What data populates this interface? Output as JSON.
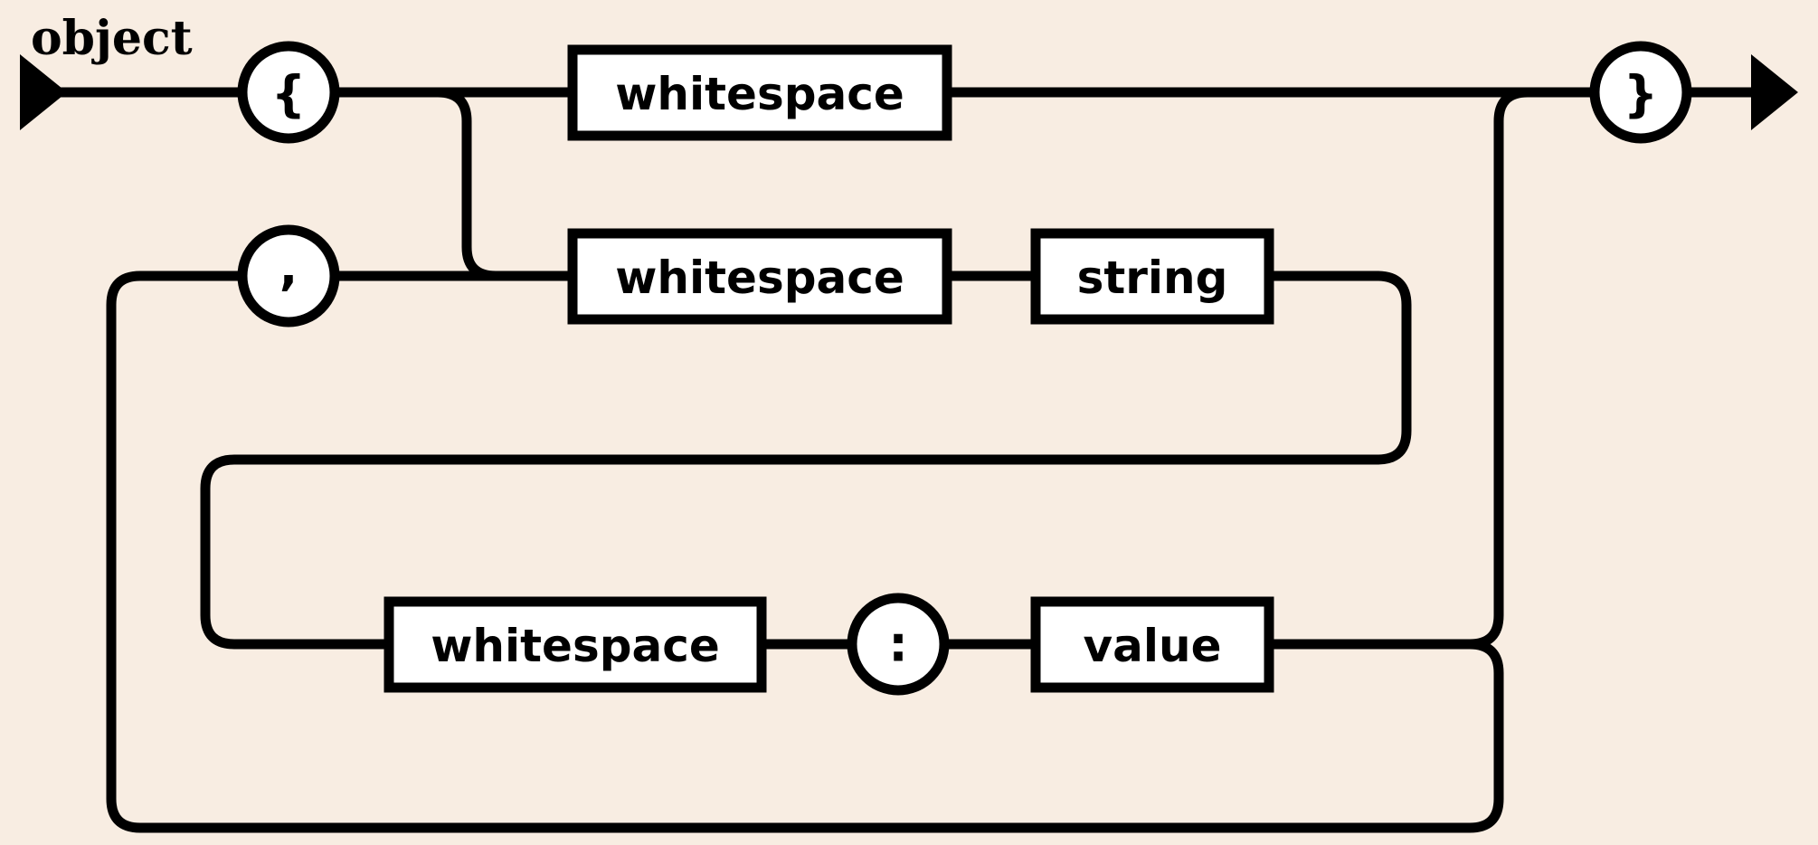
{
  "diagram": {
    "title": "object",
    "kind": "railroad-syntax-diagram",
    "grammar": "json-object",
    "background_color": "#f8ede2",
    "line_color": "#000000",
    "node_fill_color": "#ffffff",
    "start_marker": "start-arrow",
    "end_marker": "end-arrow",
    "terminals": {
      "open_brace": "{",
      "close_brace": "}",
      "comma": ",",
      "colon": ":"
    },
    "nonterminals": {
      "whitespace_top": "whitespace",
      "whitespace_key": "whitespace",
      "string": "string",
      "whitespace_value": "whitespace",
      "value": "value"
    },
    "nodes": [
      {
        "id": "open-brace",
        "label": "{",
        "type": "terminal",
        "shape": "circle"
      },
      {
        "id": "whitespace-top",
        "label": "whitespace",
        "type": "nonterminal",
        "shape": "rect"
      },
      {
        "id": "close-brace",
        "label": "}",
        "type": "terminal",
        "shape": "circle"
      },
      {
        "id": "comma",
        "label": ",",
        "type": "terminal",
        "shape": "circle"
      },
      {
        "id": "whitespace-key",
        "label": "whitespace",
        "type": "nonterminal",
        "shape": "rect"
      },
      {
        "id": "string",
        "label": "string",
        "type": "nonterminal",
        "shape": "rect"
      },
      {
        "id": "whitespace-value",
        "label": "whitespace",
        "type": "nonterminal",
        "shape": "rect"
      },
      {
        "id": "colon",
        "label": ":",
        "type": "terminal",
        "shape": "circle"
      },
      {
        "id": "value",
        "label": "value",
        "type": "nonterminal",
        "shape": "rect"
      }
    ]
  }
}
